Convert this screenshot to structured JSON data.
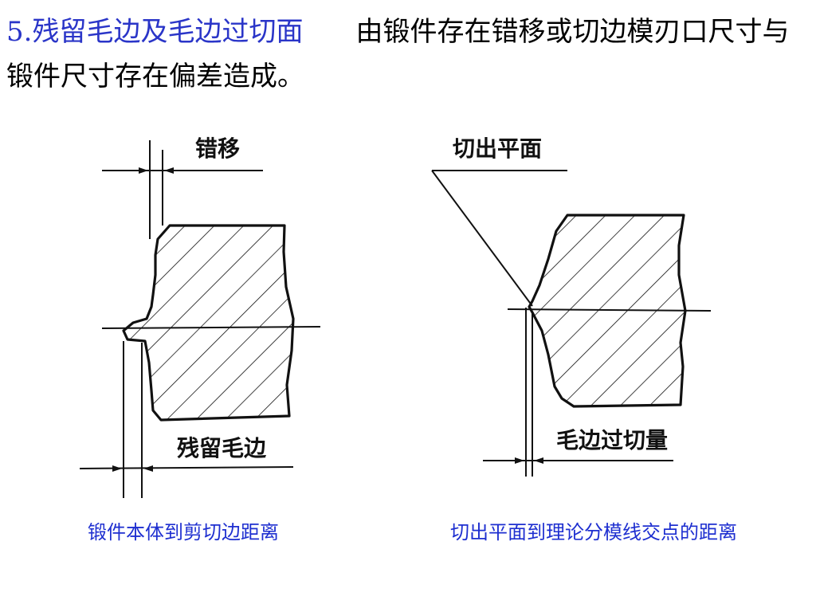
{
  "heading": {
    "lead": "5.残留毛边及毛边过切面",
    "body": "由锻件存在错移或切边模刃口尺寸与锻件尺寸存在偏差造成。"
  },
  "left_figure": {
    "label_offset": "错移",
    "label_residual_flash": "残留毛边"
  },
  "right_figure": {
    "label_cut_plane": "切出平面",
    "label_overcut": "毛边过切量"
  },
  "captions": {
    "left": "锻件本体到剪切边距离",
    "right": "切出平面到理论分模线交点的距离"
  }
}
